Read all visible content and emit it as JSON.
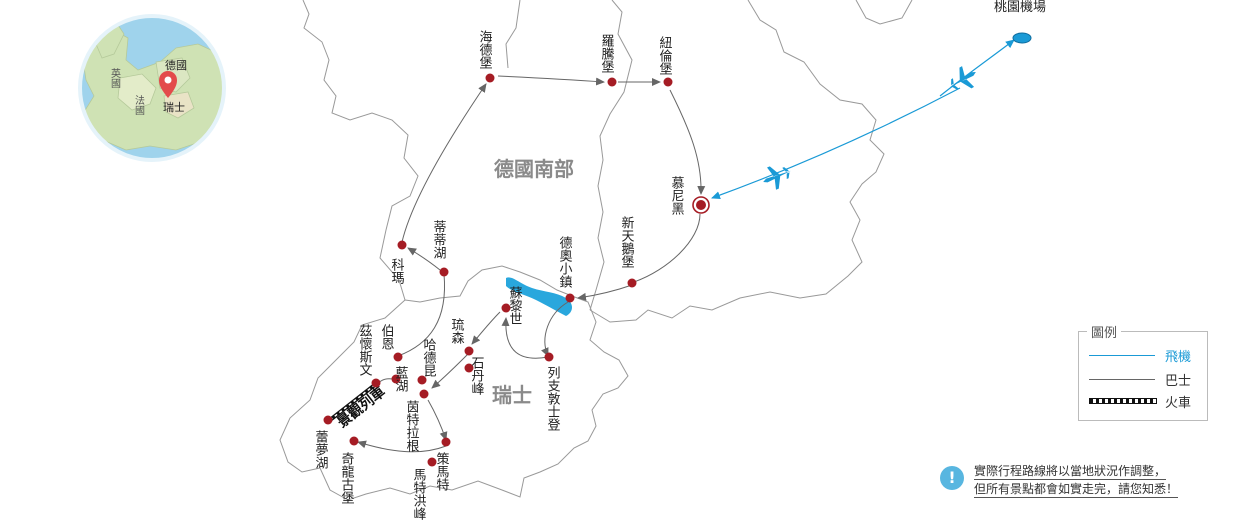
{
  "inset_labels": {
    "uk": "英國",
    "germany": "德國",
    "france": "法國",
    "switzerland": "瑞士"
  },
  "regions": {
    "south_germany": "德國南部",
    "switzerland": "瑞士"
  },
  "cities": {
    "taoyuan": "桃園機場",
    "heidelberg": "海德堡",
    "rothenburg": "羅騰堡",
    "nuremberg": "紐倫堡",
    "munich": "慕尼黑",
    "neuschwanstein": "新天鵝堡",
    "lindau": "德奧小鎮",
    "zurich": "蘇黎世",
    "lucerne": "琉森",
    "titlis": "石丹峰",
    "liechtenstein": "列支敦士登",
    "como": "科瑪",
    "titisee": "蒂蒂湖",
    "bern": "伯恩",
    "zweisimmen": "茲懷斯文",
    "blue_lake": "藍湖",
    "interlaken": "茵特拉根",
    "hasliberg": "哈德昆",
    "zermatt": "策馬特",
    "matterhorn": "馬特洪峰",
    "chillon": "奇龍古堡",
    "leman": "蕾夢湖"
  },
  "train_label": "景觀列車",
  "legend": {
    "title": "圖例",
    "items": [
      {
        "label": "飛機",
        "color": "#1a9ad6",
        "style": "solid"
      },
      {
        "label": "巴士",
        "color": "#666666",
        "style": "solid"
      },
      {
        "label": "火車",
        "color": "#111111",
        "style": "rail"
      }
    ]
  },
  "note": {
    "icon": "!",
    "line1": "實際行程路線將以當地狀況作調整，",
    "line2": "但所有景點都會如實走完，請您知悉！"
  },
  "colors": {
    "dot": "#a51c24",
    "plane": "#1a9ad6",
    "bus": "#666666",
    "lake": "#29a7dd",
    "border": "#999999"
  },
  "icons": {
    "location_pin": "location-pin-icon",
    "plane": "airplane-icon",
    "info": "info-icon"
  }
}
